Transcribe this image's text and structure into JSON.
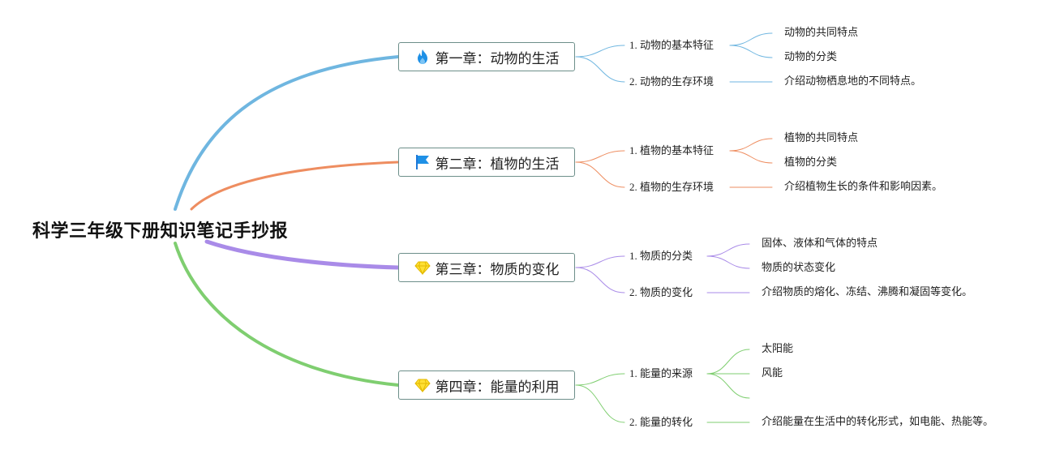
{
  "root": {
    "title": "科学三年级下册知识笔记手抄报"
  },
  "colors": {
    "chapter1": "#6fb6e0",
    "chapter2": "#ee8d60",
    "chapter3": "#a98be8",
    "chapter4": "#7fce70",
    "box_border": "#6d8f8a"
  },
  "chapters": [
    {
      "title": "第一章：动物的生活",
      "icon": "fire-icon",
      "sections": [
        {
          "number": "1.",
          "title": "动物的基本特征",
          "points": [
            "动物的共同特点",
            "动物的分类"
          ]
        },
        {
          "number": "2.",
          "title": "动物的生存环境",
          "points": [
            "介绍动物栖息地的不同特点。"
          ]
        }
      ]
    },
    {
      "title": "第二章：植物的生活",
      "icon": "flag-icon",
      "sections": [
        {
          "number": "1.",
          "title": "植物的基本特征",
          "points": [
            "植物的共同特点",
            "植物的分类"
          ]
        },
        {
          "number": "2.",
          "title": "植物的生存环境",
          "points": [
            "介绍植物生长的条件和影响因素。"
          ]
        }
      ]
    },
    {
      "title": "第三章：物质的变化",
      "icon": "diamond-icon",
      "sections": [
        {
          "number": "1.",
          "title": "物质的分类",
          "points": [
            "固体、液体和气体的特点",
            "物质的状态变化"
          ]
        },
        {
          "number": "2.",
          "title": "物质的变化",
          "points": [
            "介绍物质的熔化、冻结、沸腾和凝固等变化。"
          ]
        }
      ]
    },
    {
      "title": "第四章：能量的利用",
      "icon": "diamond-icon",
      "sections": [
        {
          "number": "1.",
          "title": "能量的来源",
          "points": [
            "太阳能",
            "风能",
            ""
          ]
        },
        {
          "number": "2.",
          "title": "能量的转化",
          "points": [
            "介绍能量在生活中的转化形式，如电能、热能等。"
          ]
        }
      ]
    }
  ]
}
